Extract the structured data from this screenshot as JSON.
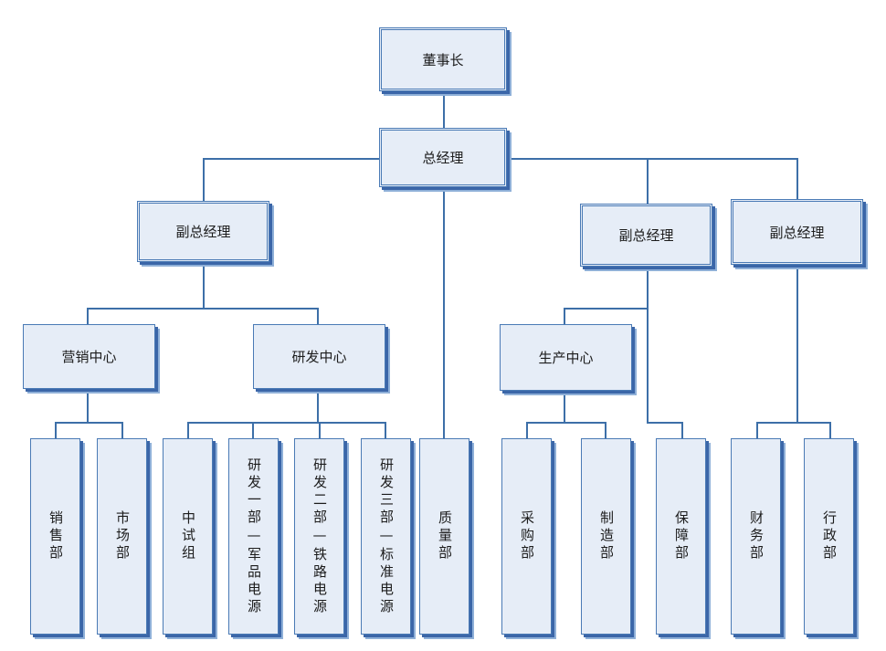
{
  "org": {
    "chairman": "董事长",
    "general_manager": "总经理",
    "vice_gm_1": "副总经理",
    "vice_gm_2": "副总经理",
    "vice_gm_3": "副总经理",
    "marketing_center": "营销中心",
    "rd_center": "研发中心",
    "production_center": "生产中心",
    "departments": {
      "sales": "销售部",
      "market": "市场部",
      "pilot": "中试组",
      "rd1": "研发一部—军品电源",
      "rd2": "研发二部—铁路电源",
      "rd3": "研发三部—标准电源",
      "quality": "质量部",
      "purchasing": "采购部",
      "manufacturing": "制造部",
      "support": "保障部",
      "finance": "财务部",
      "admin": "行政部"
    }
  },
  "colors": {
    "box_fill": "#e6edf7",
    "border": "#4a7ab5",
    "shadow": "#3b66a8",
    "connector": "#3d6fa8"
  }
}
